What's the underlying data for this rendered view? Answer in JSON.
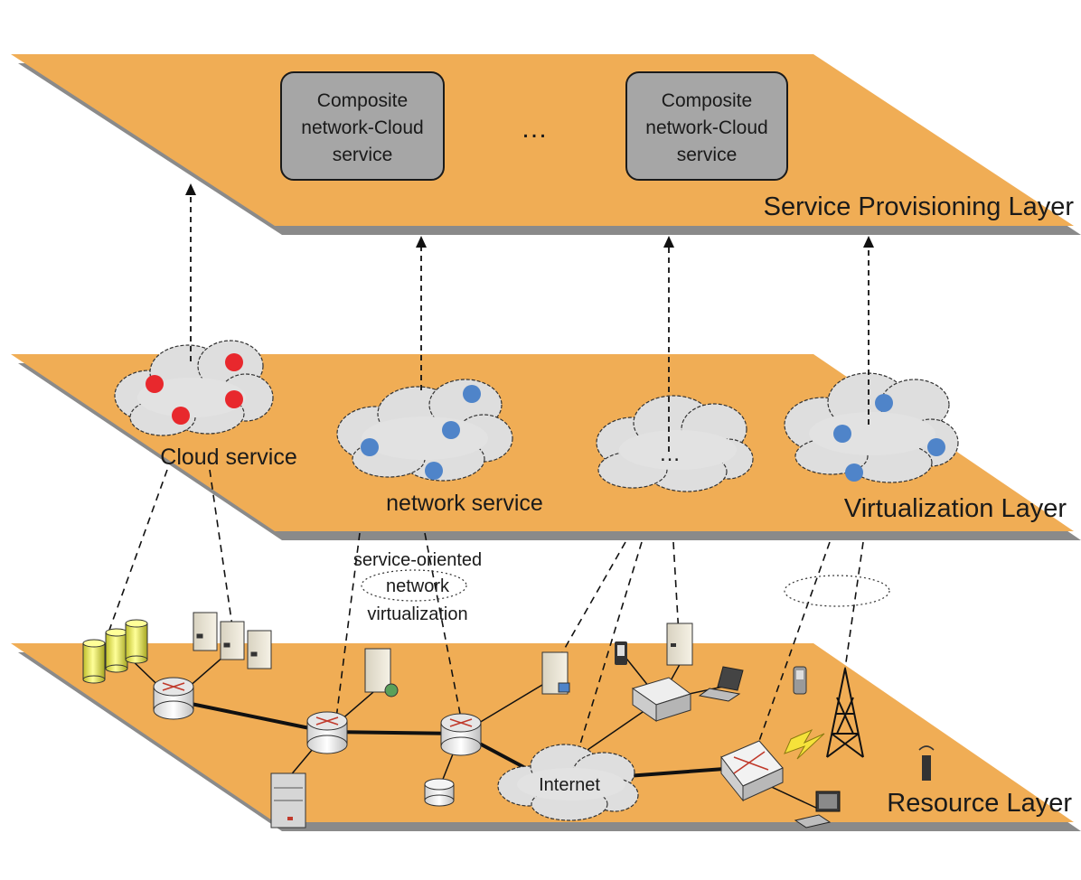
{
  "service_layer": {
    "label": "Service Provisioning Layer",
    "box1": [
      "Composite",
      "network-Cloud",
      "service"
    ],
    "ellipsis": "…",
    "box2": [
      "Composite",
      "network-Cloud",
      "service"
    ]
  },
  "virtualization_layer": {
    "label": "Virtualization Layer",
    "cloud_service_label": "Cloud service",
    "network_service_label": "network service",
    "middle_ellipsis": "…"
  },
  "annotation": {
    "lines": [
      "service-oriented",
      "network",
      "virtualization"
    ]
  },
  "resource_layer": {
    "label": "Resource Layer",
    "internet_label": "Internet"
  },
  "colors": {
    "layer_fill": "#f0ad55",
    "layer_shadow": "#8a8a8a",
    "box_fill": "#a6a6a6",
    "cloud_fill": "#dedede",
    "red_dot": "#e8282d",
    "blue_dot": "#4f84c9"
  }
}
